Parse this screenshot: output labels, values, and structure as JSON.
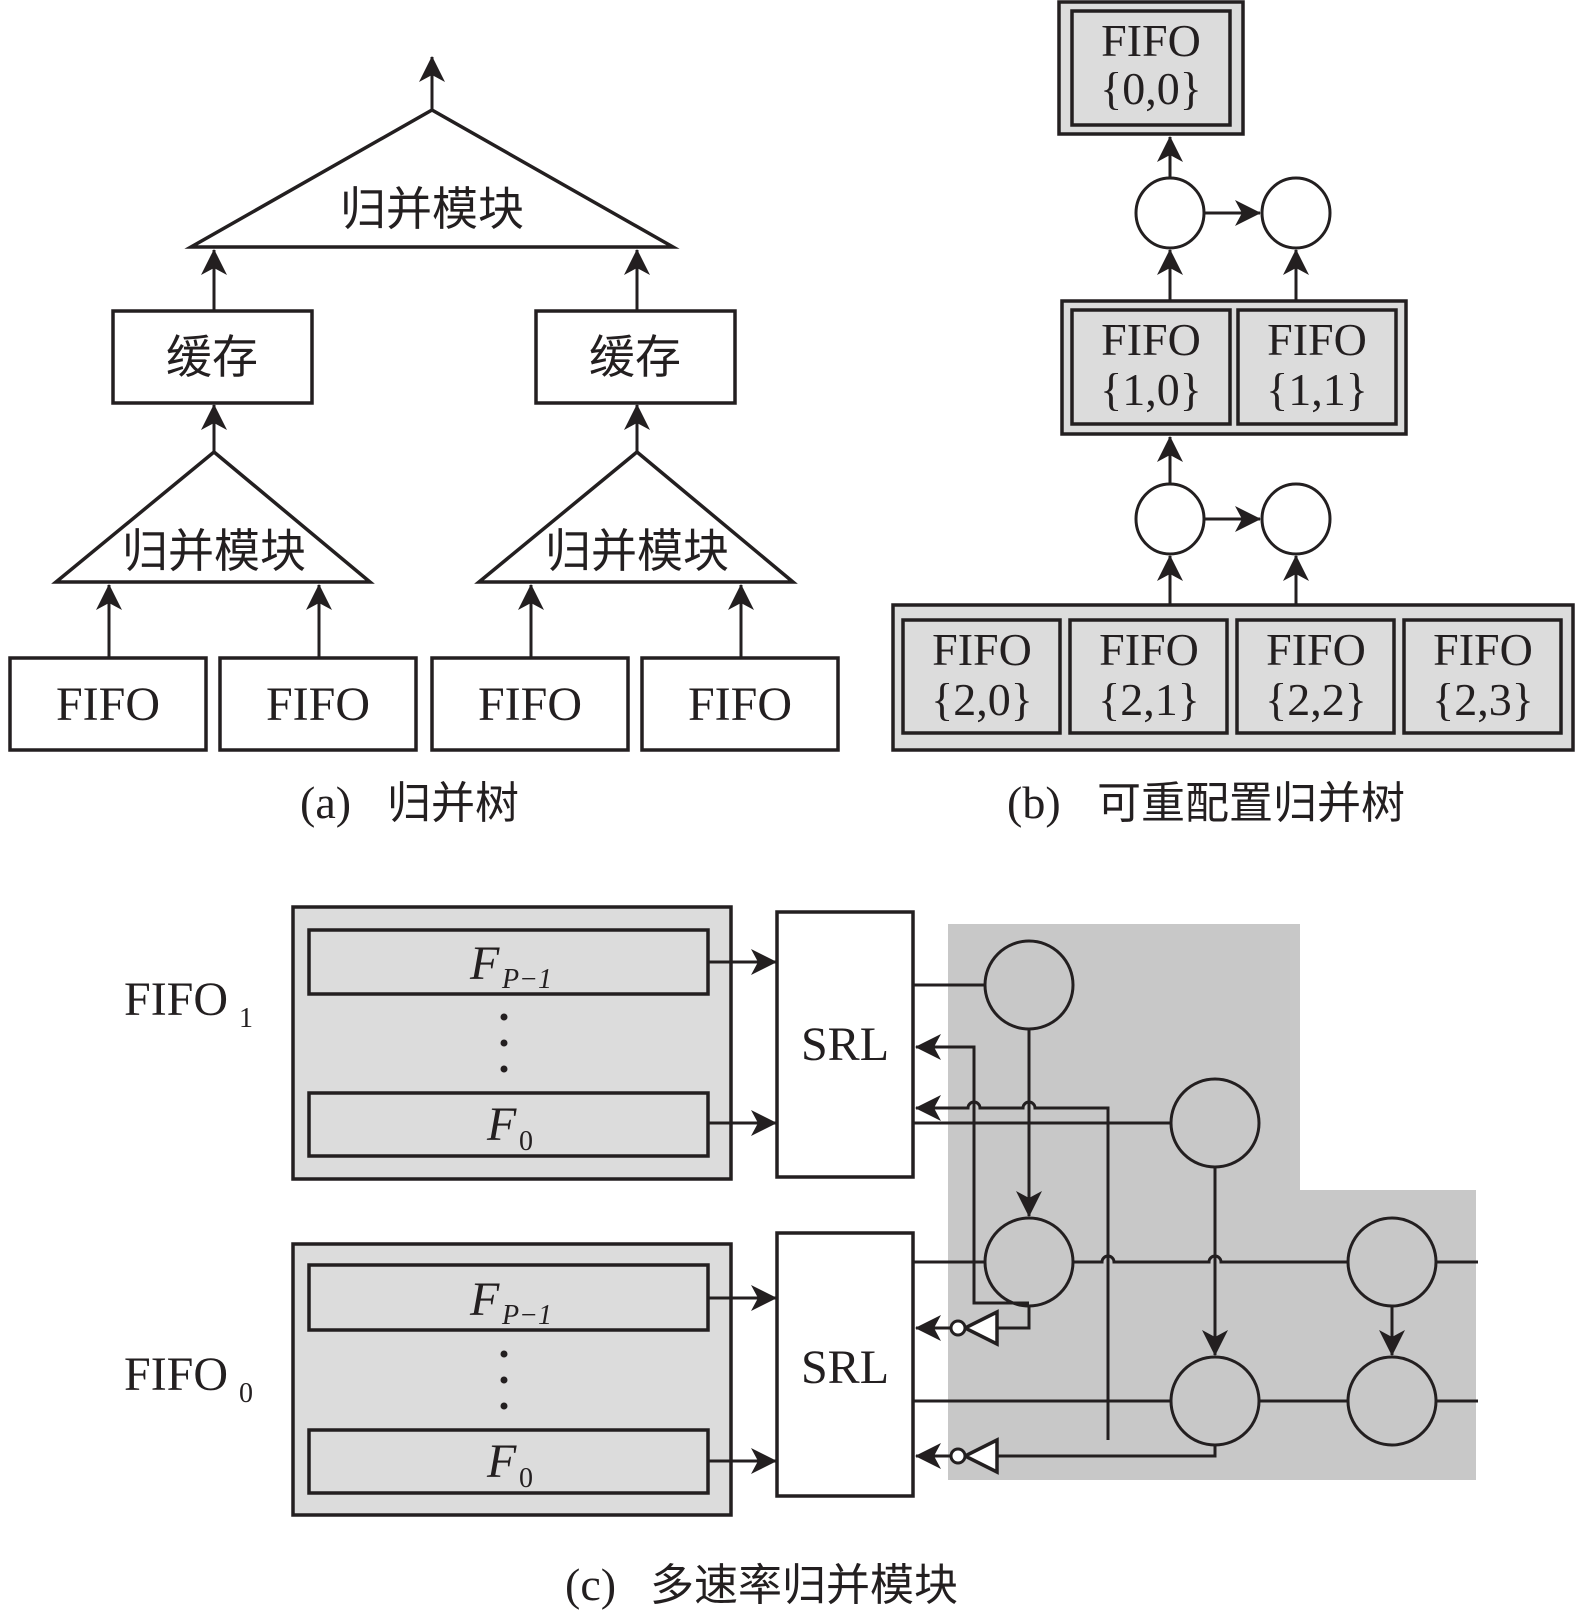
{
  "figure": {
    "panel_a": {
      "caption_label": "(a)",
      "caption_text": "归并树",
      "top_merge": "归并模块",
      "buffers": [
        "缓存",
        "缓存"
      ],
      "sub_merges": [
        "归并模块",
        "归并模块"
      ],
      "fifos": [
        "FIFO",
        "FIFO",
        "FIFO",
        "FIFO"
      ]
    },
    "panel_b": {
      "caption_label": "(b)",
      "caption_text": "可重配置归并树",
      "level0": [
        {
          "name": "FIFO",
          "index": "{0,0}"
        }
      ],
      "level1": [
        {
          "name": "FIFO",
          "index": "{1,0}"
        },
        {
          "name": "FIFO",
          "index": "{1,1}"
        }
      ],
      "level2": [
        {
          "name": "FIFO",
          "index": "{2,0}"
        },
        {
          "name": "FIFO",
          "index": "{2,1}"
        },
        {
          "name": "FIFO",
          "index": "{2,2}"
        },
        {
          "name": "FIFO",
          "index": "{2,3}"
        }
      ]
    },
    "panel_c": {
      "caption_label": "(c)",
      "caption_text": "多速率归并模块",
      "fifo_groups": [
        {
          "label": "FIFO",
          "label_sub": "1",
          "top_cell": "F",
          "top_sub": "P−1",
          "dots": "⋮",
          "bottom_cell": "F",
          "bottom_sub": "0",
          "srl": "SRL"
        },
        {
          "label": "FIFO",
          "label_sub": "0",
          "top_cell": "F",
          "top_sub": "P−1",
          "dots": "⋮",
          "bottom_cell": "F",
          "bottom_sub": "0",
          "srl": "SRL"
        }
      ]
    },
    "colors": {
      "stroke": "#231f20",
      "fifo_fill": "#dcdcdc",
      "compare_region": "#c8c8c8",
      "background": "#ffffff"
    }
  }
}
